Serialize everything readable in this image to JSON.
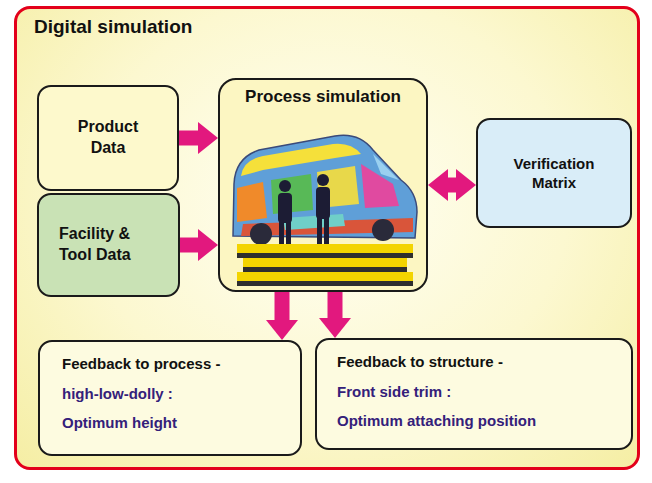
{
  "diagram": {
    "nodes": [
      {
        "text": [
          "Digital simulation"
        ]
      },
      {
        "text": [
          "Product Data"
        ],
        "in": 0
      },
      {
        "text": [
          "Facility & Tool Data"
        ],
        "in": 0
      },
      {
        "text": [
          "Process simulation"
        ],
        "in": 0
      },
      {
        "text": [
          "Verification Matrix"
        ],
        "in": 0
      },
      {
        "text": [
          "Feedback to process -",
          "high-low-dolly :",
          "Optimum height"
        ],
        "in": 0
      },
      {
        "text": [
          "Feedback to structure -",
          "Front side trim :",
          "Optimum attaching position"
        ],
        "in": 0
      }
    ],
    "edges": [
      {
        "from": 1,
        "to": 3,
        "arrow": "to"
      },
      {
        "from": 2,
        "to": 3,
        "arrow": "to"
      },
      {
        "from": 3,
        "to": 4,
        "arrow": "both"
      },
      {
        "from": 3,
        "to": 5,
        "arrow": "to"
      },
      {
        "from": 3,
        "to": 6,
        "arrow": "to"
      }
    ]
  }
}
